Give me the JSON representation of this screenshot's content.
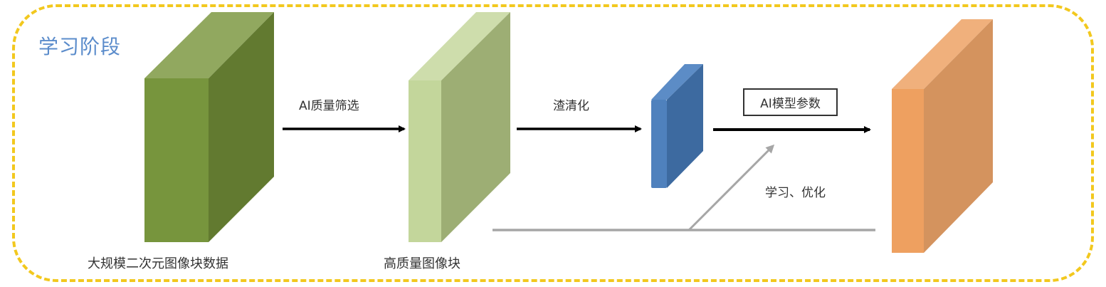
{
  "stage": {
    "title": "学习阶段",
    "border_color": "#F2C81E",
    "title_color": "#5B8CCB"
  },
  "blocks": [
    {
      "id": "raw-data",
      "label": "大规模二次元图像块数据",
      "front_color": "#77953D",
      "side_color": "#627A30",
      "top_color": "#91A85F"
    },
    {
      "id": "quality-blocks",
      "label": "高质量图像块",
      "front_color": "#C3D69B",
      "side_color": "#9DAE74",
      "top_color": "#CEDDAC"
    },
    {
      "id": "cleaned",
      "label": "",
      "front_color": "#4F81BD",
      "side_color": "#3D6AA0",
      "top_color": "#5C8CC6"
    },
    {
      "id": "model",
      "label": "",
      "front_color": "#EEA060",
      "side_color": "#D4935E",
      "top_color": "#F0B07C"
    }
  ],
  "arrows": [
    {
      "id": "quality-filter",
      "label": "AI质量筛选"
    },
    {
      "id": "cleaning",
      "label": "渣清化"
    },
    {
      "id": "model-params",
      "label": "AI模型参数"
    }
  ],
  "feedback": {
    "label": "学习、优化",
    "color": "#A6A6A6"
  }
}
